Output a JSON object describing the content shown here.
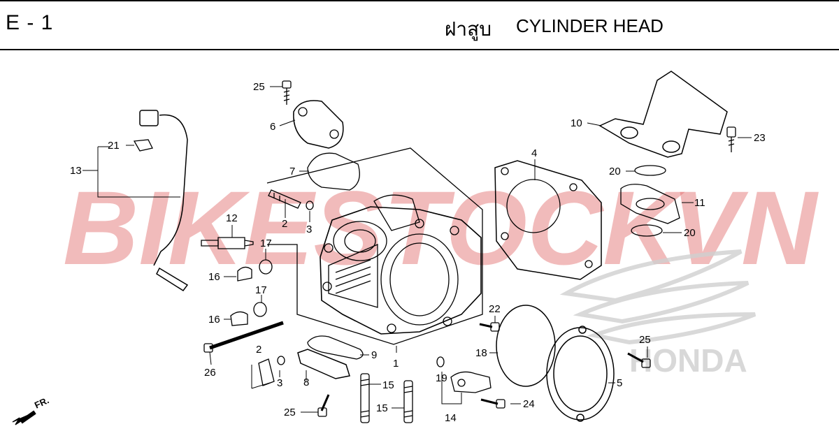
{
  "header": {
    "page_code": "E - 1",
    "title_thai": "ฝาสูบ",
    "title_en": "CYLINDER HEAD"
  },
  "watermark": {
    "text_left": "BIKESTOCK",
    "text_right": "VN",
    "logo_text": "HONDA"
  },
  "direction_marker": "FR.",
  "callouts": {
    "c1": "1",
    "c2a": "2",
    "c2b": "2",
    "c3a": "3",
    "c3b": "3",
    "c4": "4",
    "c5": "5",
    "c6": "6",
    "c7": "7",
    "c8": "8",
    "c9": "9",
    "c10": "10",
    "c11": "11",
    "c12": "12",
    "c13": "13",
    "c14": "14",
    "c15a": "15",
    "c15b": "15",
    "c16a": "16",
    "c16b": "16",
    "c17a": "17",
    "c17b": "17",
    "c18": "18",
    "c19": "19",
    "c20a": "20",
    "c20b": "20",
    "c21": "21",
    "c22": "22",
    "c23": "23",
    "c24": "24",
    "c25a": "25",
    "c25b": "25",
    "c25c": "25",
    "c26": "26"
  },
  "colors": {
    "watermark_red": "#e26b6b",
    "line": "#000000"
  }
}
